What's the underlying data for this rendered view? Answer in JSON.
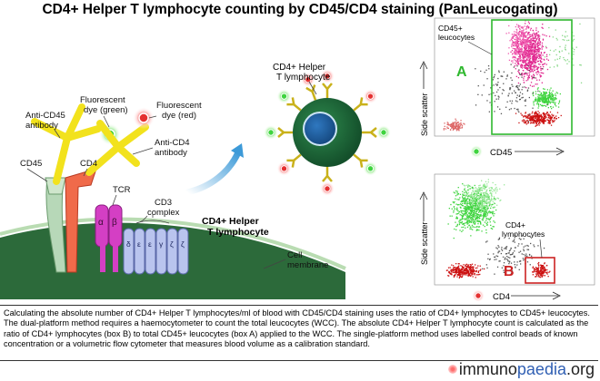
{
  "title": "CD4+ Helper T lymphocyte counting by CD45/CD4 staining (PanLeucogating)",
  "cell_diagram": {
    "fluor_green": "Fluorescent dye (green)",
    "fluor_green_l1": "Fluorescent",
    "fluor_green_l2": "dye (green)",
    "fluor_red_l1": "Fluorescent",
    "fluor_red_l2": "dye (red)",
    "anti_cd45_l1": "Anti-CD45",
    "anti_cd45_l2": "antibody",
    "anti_cd4_l1": "Anti-CD4",
    "anti_cd4_l2": "antibody",
    "cd45": "CD45",
    "cd4": "CD4",
    "tcr": "TCR",
    "cd3_l1": "CD3",
    "cd3_l2": "complex",
    "subunits": [
      "δ",
      "ε",
      "ε",
      "γ",
      "ζ",
      "ζ"
    ],
    "alpha": "α",
    "beta": "β",
    "cell_label_l1": "CD4+ Helper",
    "cell_label_l2": "T lymphocyte",
    "membrane_l1": "Cell",
    "membrane_l2": "membrane"
  },
  "small_cell": {
    "label_l1": "CD4+ Helper",
    "label_l2": "T lymphocyte"
  },
  "plot_a": {
    "gate_label": "A",
    "gate_annotation_l1": "CD45+",
    "gate_annotation_l2": "leucocytes",
    "ylabel": "Side scatter",
    "xlabel": "CD45"
  },
  "plot_b": {
    "gate_label": "B",
    "gate_annotation_l1": "CD4+",
    "gate_annotation_l2": "lymphocytes",
    "ylabel": "Side scatter",
    "xlabel": "CD4"
  },
  "caption": "Calculating the absolute number of CD4+ Helper T lymphocytes/ml of blood with CD45/CD4 staining uses the ratio of CD4+ lymphocytes to CD45+ leucocytes. The dual-platform method requires a haemocytometer to count the total leucocytes (WCC). The absolute CD4+ Helper T lymphocyte count is calculated as the ratio of CD4+ lymphocytes (box B) to total CD45+ leucocytes (box A) applied to the WCC. The single-platform method uses labelled control beads of known concentration or a volumetric flow cytometer that measures blood volume as a calibration standard.",
  "brand": {
    "part1": "immuno",
    "part2": "paedia",
    "part3": ".org"
  },
  "colors": {
    "green_dye": "#3fd43f",
    "red_dye": "#e53030",
    "antibody": "#f2e21d",
    "cell": "#1f6b3a",
    "nucleus": "#1d5a9a",
    "pink_cluster": "#e0278f",
    "red_cluster": "#cc1111",
    "gate_green": "#2fb82f",
    "gate_red": "#cc2222"
  }
}
